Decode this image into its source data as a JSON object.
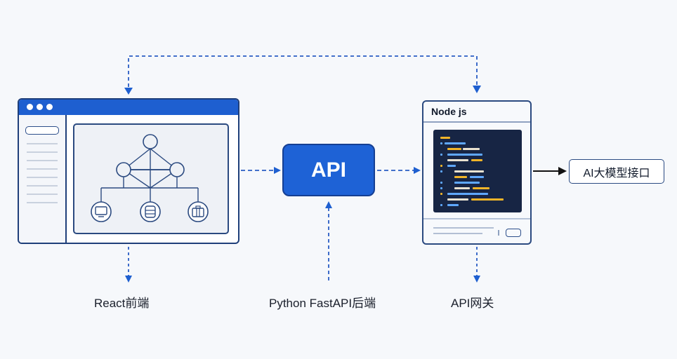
{
  "api_label": "API",
  "node_title": "Node js",
  "ai_label": "AI大模型接口",
  "captions": {
    "react": "React前端",
    "backend": "Python FastAPI后端",
    "gateway": "API网关"
  },
  "colors": {
    "accent_blue": "#1e62d6",
    "dark_navy": "#1f3f7a",
    "code_bg": "#172544",
    "arrow_blue": "#2a5cc4"
  }
}
